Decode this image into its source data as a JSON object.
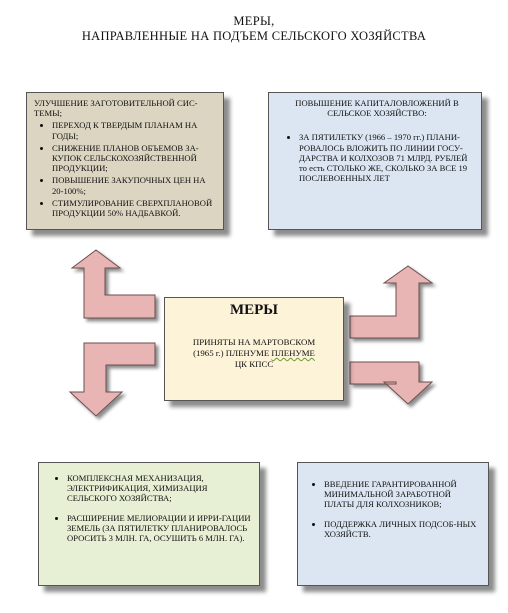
{
  "title": {
    "line1": "МЕРЫ,",
    "line2": "НАПРАВЛЕННЫЕ НА ПОДЪЕМ СЕЛЬСКОГО ХОЗЯЙСТВА"
  },
  "center": {
    "title": "МЕРЫ",
    "text_line1": "ПРИНЯТЫ НА МАРТОВСКОМ",
    "text_line2_a": "(1965 г.) ПЛЕНУМЕ ",
    "text_line2_b": "ПЛЕНУМЕ",
    "text_line3": "ЦК КПСС"
  },
  "top_left": {
    "heading": "УЛУЧШЕНИЕ ЗАГОТОВИТЕЛЬНОЙ СИС-ТЕМЫ;",
    "items": [
      "ПЕРЕХОД К ТВЕРДЫМ ПЛАНАМ НА ГОДЫ;",
      "СНИЖЕНИЕ ПЛАНОВ ОБЪЕМОВ ЗА-КУПОК СЕЛЬСКОХОЗЯЙСТВЕННОЙ ПРОДУКЦИИ;",
      "ПОВЫШЕНИЕ ЗАКУПОЧНЫХ ЦЕН НА 20-100%;",
      "СТИМУЛИРОВАНИЕ СВЕРХПЛАНОВОЙ ПРОДУКЦИИ 50% НАДБАВКОЙ."
    ]
  },
  "top_right": {
    "heading": "ПОВЫШЕНИЕ КАПИТАЛОВЛОЖЕНИЙ В СЕЛЬСКОЕ ХОЗЯЙСТВО:",
    "items": [
      "ЗА ПЯТИЛЕТКУ (1966 – 1970 гг.) ПЛАНИ-РОВАЛОСЬ ВЛОЖИТЬ ПО ЛИНИИ ГОСУ-ДАРСТВА И КОЛХОЗОВ 71 МЛРД. РУБЛЕЙ то есть СТОЛЬКО ЖЕ, СКОЛЬКО ЗА ВСЕ 19 ПОСЛЕВОЕННЫХ ЛЕТ"
    ]
  },
  "bottom_left": {
    "items": [
      "КОМПЛЕКСНАЯ МЕХАНИЗАЦИЯ, ЭЛЕКТРИФИКАЦИЯ, ХИМИЗАЦИЯ СЕЛЬСКОГО ХОЗЯЙСТВА;",
      "РАСШИРЕНИЕ МЕЛИОРАЦИИ И ИРРИ-ГАЦИИ ЗЕМЕЛЬ (ЗА ПЯТИЛЕТКУ ПЛАНИРОВАЛОСЬ ОРОСИТЬ 3 МЛН. ГА, ОСУШИТЬ 6 МЛН. ГА)."
    ]
  },
  "bottom_right": {
    "items": [
      "ВВЕДЕНИЕ ГАРАНТИРОВАННОЙ МИНИМАЛЬНОЙ ЗАРАБОТНОЙ ПЛАТЫ ДЛЯ КОЛХОЗНИКОВ;",
      "ПОДДЕРЖКА ЛИЧНЫХ ПОДСОБ-НЫХ ХОЗЯЙСТВ."
    ]
  },
  "colors": {
    "arrow_fill": "#e8b4b4",
    "arrow_stroke": "#6b5050",
    "box_tan": "#dcd5c2",
    "box_blue": "#dce6f2",
    "box_green": "#e7efd5",
    "center_cream": "#fdf3d8"
  }
}
